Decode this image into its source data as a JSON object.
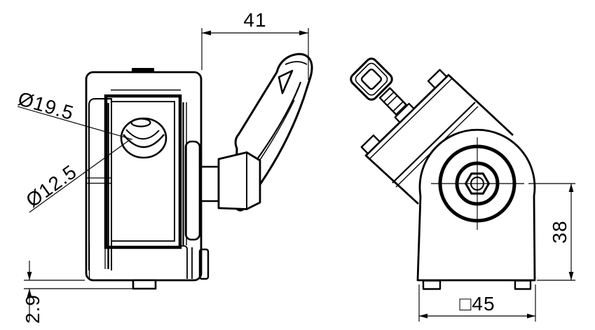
{
  "drawing": {
    "type": "technical-drawing",
    "subject": "adjustable clamping lever joint, two orthographic views",
    "colors": {
      "line": "#000000",
      "background": "#ffffff"
    },
    "views": {
      "front": {
        "name": "front-view"
      },
      "side": {
        "name": "side-view"
      }
    },
    "dimensions": {
      "lever_length": {
        "label": "41",
        "value": 41
      },
      "ball_diameter": {
        "label": "Ø19.5",
        "value": 19.5
      },
      "bore_diameter": {
        "label": "Ø12.5",
        "value": 12.5
      },
      "foot_height": {
        "label": "2.9",
        "value": 2.9
      },
      "pivot_height": {
        "label": "38",
        "value": 38
      },
      "base_square": {
        "label": "□45",
        "value": 45
      }
    }
  }
}
